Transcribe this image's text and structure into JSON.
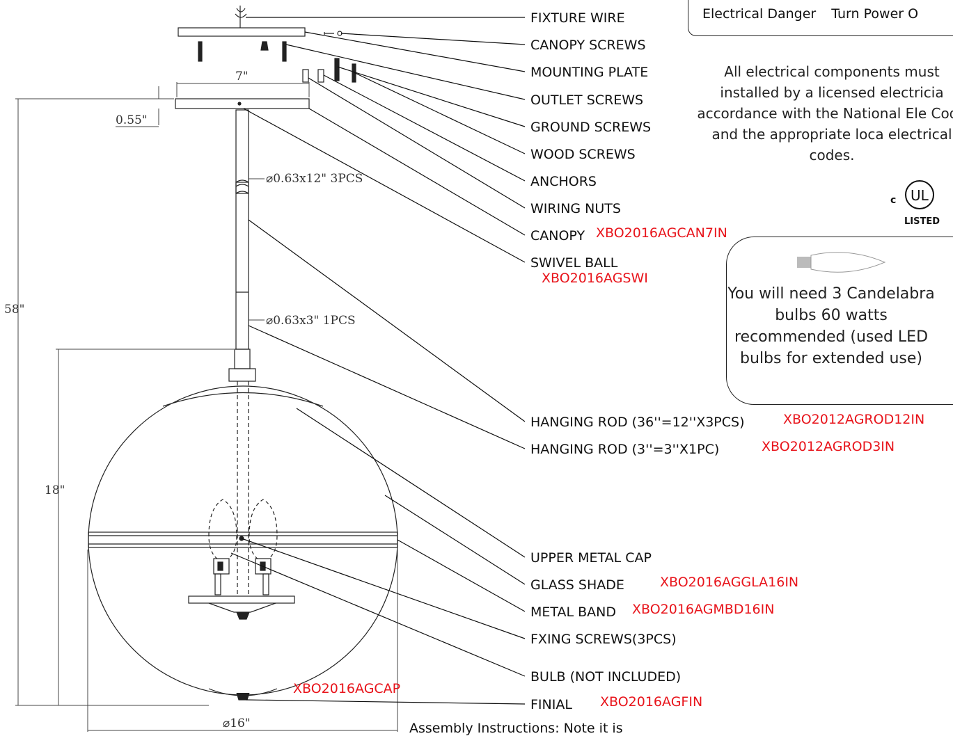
{
  "labels": {
    "fixture_wire": "FIXTURE WIRE",
    "canopy_screws": "CANOPY SCREWS",
    "mounting_plate": "MOUNTING PLATE",
    "outlet_screws": "OUTLET SCREWS",
    "ground_screws": "GROUND SCREWS",
    "wood_screws": "WOOD SCREWS",
    "anchors": "ANCHORS",
    "wiring_nuts": "WIRING NUTS",
    "canopy": "CANOPY",
    "swivel_ball": "SWIVEL BALL",
    "hanging_rod_36": "HANGING ROD (36''=12''X3PCS)",
    "hanging_rod_3": "HANGING ROD (3''=3''X1PC)",
    "upper_metal_cap": "UPPER METAL CAP",
    "glass_shade": "GLASS SHADE",
    "metal_band": "METAL BAND",
    "fixing_screws": "FXING SCREWS(3PCS)",
    "bulb": "BULB (NOT INCLUDED)",
    "finial": "FINIAL"
  },
  "codes": {
    "canopy": "XBO2016AGCAN7IN",
    "swivel_ball": "XBO2016AGSWI",
    "hanging_rod_36": "XBO2012AGROD12IN",
    "hanging_rod_3": "XBO2012AGROD3IN",
    "glass_shade": "XBO2016AGGLA16IN",
    "metal_band": "XBO2016AGMBD16IN",
    "cap": "XBO2016AGCAP",
    "finial": "XBO2016AGFIN"
  },
  "dimensions": {
    "canopy_width": "7\"",
    "canopy_height": "0.55\"",
    "rod_12": "⌀0.63x12\"  3PCS",
    "rod_3": "⌀0.63x3\"  1PCS",
    "overall_height": "58\"",
    "globe_height": "18\"",
    "globe_diameter": "⌀16\""
  },
  "signs": {
    "electrical_danger": "Electrical Danger",
    "turn_power": "Turn Power O"
  },
  "warning": "All electrical components must installed by a licensed electricia accordance with the National Ele Code and the appropriate loca electrical codes.",
  "ul": {
    "c": "c",
    "mark": "UL",
    "listed": "LISTED"
  },
  "bulb_note": "You will need 3 Candelabra bulbs 60 watts recommended (used LED bulbs for extended use)",
  "assembly_note": "Assembly Instructions: Note it is"
}
